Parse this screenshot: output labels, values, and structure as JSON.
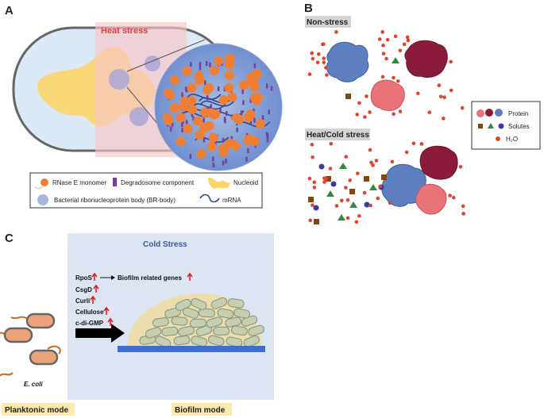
{
  "panels": {
    "a": {
      "letter": "A",
      "heat_label": "Heat stress",
      "legend": {
        "rnase": "RNase E monomer",
        "degradosome": "Degradosome component",
        "nucleoid": "Nucleoid",
        "brbody": "Bacterial ribonucleoprotein body (BR-body)",
        "mrna": "mRNA"
      }
    },
    "b": {
      "letter": "B",
      "non_stress": "Non-stress",
      "stress": "Heat/Cold stress",
      "legend": {
        "protein": "Protein",
        "solutes": "Solutes",
        "water": "H₂O"
      }
    },
    "c": {
      "letter": "C",
      "cold_title": "Cold Stress",
      "rpos": "RpoS",
      "biofilm_genes": "Biofilm related genes",
      "csgd": "CsgD",
      "curli": "Curli",
      "cellulose": "Cellulose",
      "cdigmp": "c-di-GMP",
      "ecoli": "E. coli",
      "planktonic": "Planktonic mode",
      "biofilm_mode": "Biofilm mode"
    }
  },
  "colors": {
    "heat": "#f8c6c6",
    "cell": "#dce9f6",
    "nucleoid": "#fcd56a",
    "brbody": "#8fa8d8",
    "rnase": "#f07f36",
    "degradosome": "#7b3f9a",
    "cold_bg": "#dde4f2",
    "protein_blue": "#5b7fc0",
    "protein_dark": "#8b1b3a",
    "protein_pink": "#e8747a",
    "label_bg": "#fbe9b0"
  }
}
